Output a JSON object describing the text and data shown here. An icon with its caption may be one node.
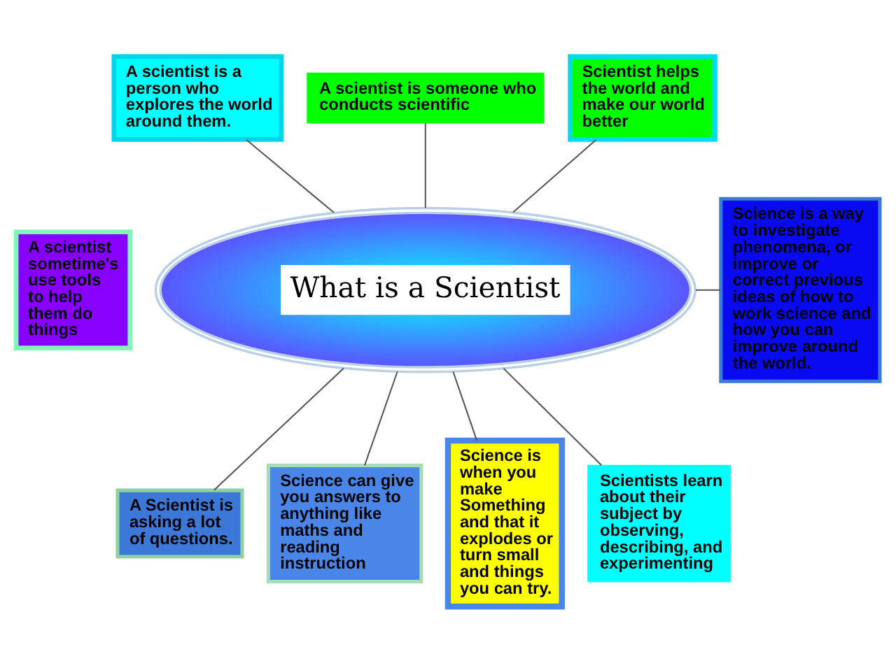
{
  "diagram": {
    "nodes": [
      {
        "text": [
          "A scientist is a person who explores the world around them."
        ]
      },
      {
        "text": [
          "A scientist is someone who conducts scientific"
        ]
      },
      {
        "text": [
          "Scientist helps the world and make our world better"
        ]
      },
      {
        "text": [
          "A scientist sometime's use tools to help them do things"
        ]
      },
      {
        "text": [
          "What is a Scientist"
        ]
      },
      {
        "text": [
          "Science is a way to investigate phenomena, or improve or correct previous ideas of how to work science and how you can improve around the world."
        ]
      },
      {
        "text": [
          "A Scientist is asking a lot of questions."
        ]
      },
      {
        "text": [
          "Science can give you answers to anything like maths and reading instruction"
        ]
      },
      {
        "text": [
          "Science is when you make Something and that it explodes or turn small and things you can try."
        ]
      },
      {
        "text": [
          "Scientists learn about their subject by observing, describing, and experimenting"
        ]
      }
    ],
    "edges": [
      {
        "from": 0,
        "to": 4,
        "arrow": "none"
      },
      {
        "from": 1,
        "to": 4,
        "arrow": "none"
      },
      {
        "from": 2,
        "to": 4,
        "arrow": "none"
      },
      {
        "from": 4,
        "to": 5,
        "arrow": "none"
      },
      {
        "from": 4,
        "to": 6,
        "arrow": "none"
      },
      {
        "from": 4,
        "to": 7,
        "arrow": "none"
      },
      {
        "from": 4,
        "to": 8,
        "arrow": "none"
      },
      {
        "from": 4,
        "to": 9,
        "arrow": "none"
      }
    ]
  }
}
